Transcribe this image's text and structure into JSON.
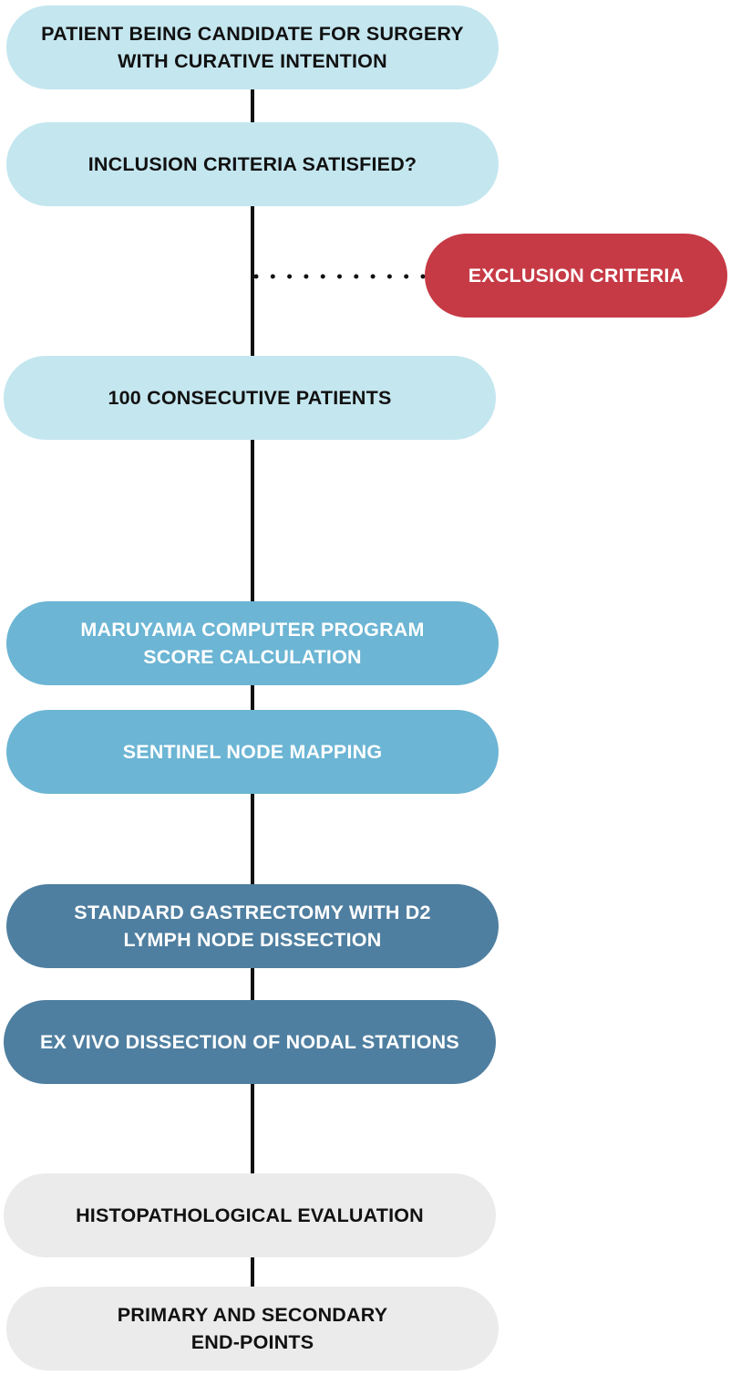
{
  "flowchart": {
    "steps": [
      {
        "id": "candidate",
        "text": "PATIENT BEING CANDIDATE FOR SURGERY\nWITH CURATIVE INTENTION"
      },
      {
        "id": "inclusion",
        "text": "INCLUSION CRITERIA SATISFIED?"
      },
      {
        "id": "patients",
        "text": "100 CONSECUTIVE PATIENTS"
      },
      {
        "id": "maruyama",
        "text": "MARUYAMA COMPUTER PROGRAM\nSCORE CALCULATION"
      },
      {
        "id": "sentinel",
        "text": "SENTINEL NODE MAPPING"
      },
      {
        "id": "gastrectomy",
        "text": "STANDARD GASTRECTOMY WITH D2\nLYMPH NODE DISSECTION"
      },
      {
        "id": "exvivo",
        "text": "EX VIVO DISSECTION OF NODAL STATIONS"
      },
      {
        "id": "histo",
        "text": "HISTOPATHOLOGICAL EVALUATION"
      },
      {
        "id": "endpoints",
        "text": "PRIMARY AND SECONDARY\nEND-POINTS"
      }
    ],
    "exclusion": {
      "text": "EXCLUSION CRITERIA"
    }
  },
  "colors": {
    "light_blue": "#c4e6ef",
    "mid_blue": "#6cb5d4",
    "dark_blue": "#4f7fa0",
    "grey": "#ebebeb",
    "red": "#c63a45",
    "connector": "#111111"
  }
}
